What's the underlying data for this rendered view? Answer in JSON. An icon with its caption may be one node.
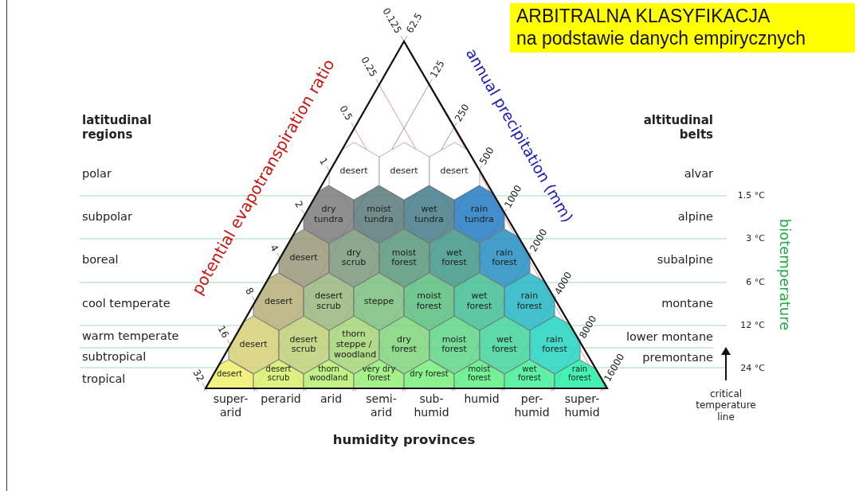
{
  "diagram": {
    "nodes": [
      {
        "text": [
          "ARBITRALNA KLASYFIKACJA",
          "na podstawie danych empirycznych"
        ]
      },
      {
        "text": [
          "desert"
        ]
      },
      {
        "text": [
          "desert"
        ]
      },
      {
        "text": [
          "desert"
        ]
      },
      {
        "text": [
          "dry tundra"
        ]
      },
      {
        "text": [
          "moist tundra"
        ]
      },
      {
        "text": [
          "wet tundra"
        ]
      },
      {
        "text": [
          "rain tundra"
        ]
      },
      {
        "text": [
          "desert"
        ]
      },
      {
        "text": [
          "dry scrub"
        ]
      },
      {
        "text": [
          "moist forest"
        ]
      },
      {
        "text": [
          "wet forest"
        ]
      },
      {
        "text": [
          "rain forest"
        ]
      },
      {
        "text": [
          "desert"
        ]
      },
      {
        "text": [
          "desert scrub"
        ]
      },
      {
        "text": [
          "steppe"
        ]
      },
      {
        "text": [
          "moist forest"
        ]
      },
      {
        "text": [
          "wet forest"
        ]
      },
      {
        "text": [
          "rain forest"
        ]
      },
      {
        "text": [
          "desert"
        ]
      },
      {
        "text": [
          "desert scrub"
        ]
      },
      {
        "text": [
          "thorn steppe / woodland"
        ]
      },
      {
        "text": [
          "dry forest"
        ]
      },
      {
        "text": [
          "moist forest"
        ]
      },
      {
        "text": [
          "wet forest"
        ]
      },
      {
        "text": [
          "rain forest"
        ]
      },
      {
        "text": [
          "desert"
        ]
      },
      {
        "text": [
          "desert scrub"
        ]
      },
      {
        "text": [
          "thorn woodland"
        ]
      },
      {
        "text": [
          "very dry forest"
        ]
      },
      {
        "text": [
          "dry forest"
        ]
      },
      {
        "text": [
          "moist forest"
        ]
      },
      {
        "text": [
          "wet forest"
        ]
      },
      {
        "text": [
          "rain forest"
        ]
      }
    ],
    "labels": [
      "0.125",
      "0.25",
      "0.5",
      "1",
      "2",
      "4",
      "8",
      "16",
      "32",
      "62.5",
      "125",
      "250",
      "500",
      "1000",
      "2000",
      "4000",
      "8000",
      "16000",
      "potential evapotranspiration ratio",
      "annual precipitation (mm)",
      "latitudinal regions",
      "polar",
      "subpolar",
      "boreal",
      "cool temperate",
      "warm temperate",
      "subtropical",
      "tropical",
      "altitudinal belts",
      "alvar",
      "alpine",
      "subalpine",
      "montane",
      "lower montane",
      "premontane",
      "1.5 °C",
      "3 °C",
      "6 °C",
      "12 °C",
      "24 °C",
      "biotemperature",
      "critical temperature line",
      "super-arid",
      "perarid",
      "arid",
      "semi-arid",
      "sub-humid",
      "humid",
      "per-humid",
      "super-humid",
      "humidity provinces"
    ]
  }
}
